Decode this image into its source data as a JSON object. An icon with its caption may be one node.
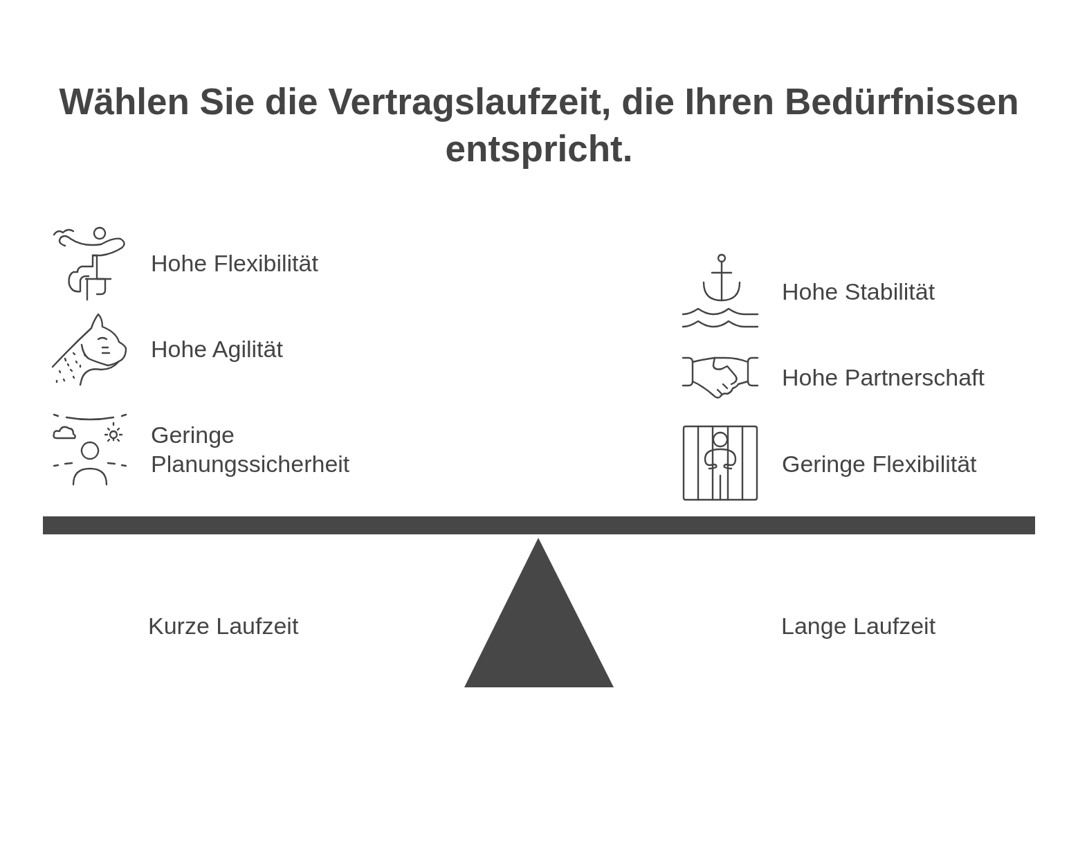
{
  "diagram": {
    "title": "Wählen Sie die Vertragslaufzeit, die Ihren Bedürfnissen entspricht.",
    "labels": [
      "Hohe Flexibilität",
      "Hohe Stabilität",
      "Hohe Agilität",
      "Hohe Partnerschaft",
      "Geringe Planungssicherheit",
      "Geringe Flexibilität",
      "Kurze Laufzeit",
      "Lange Laufzeit"
    ]
  }
}
